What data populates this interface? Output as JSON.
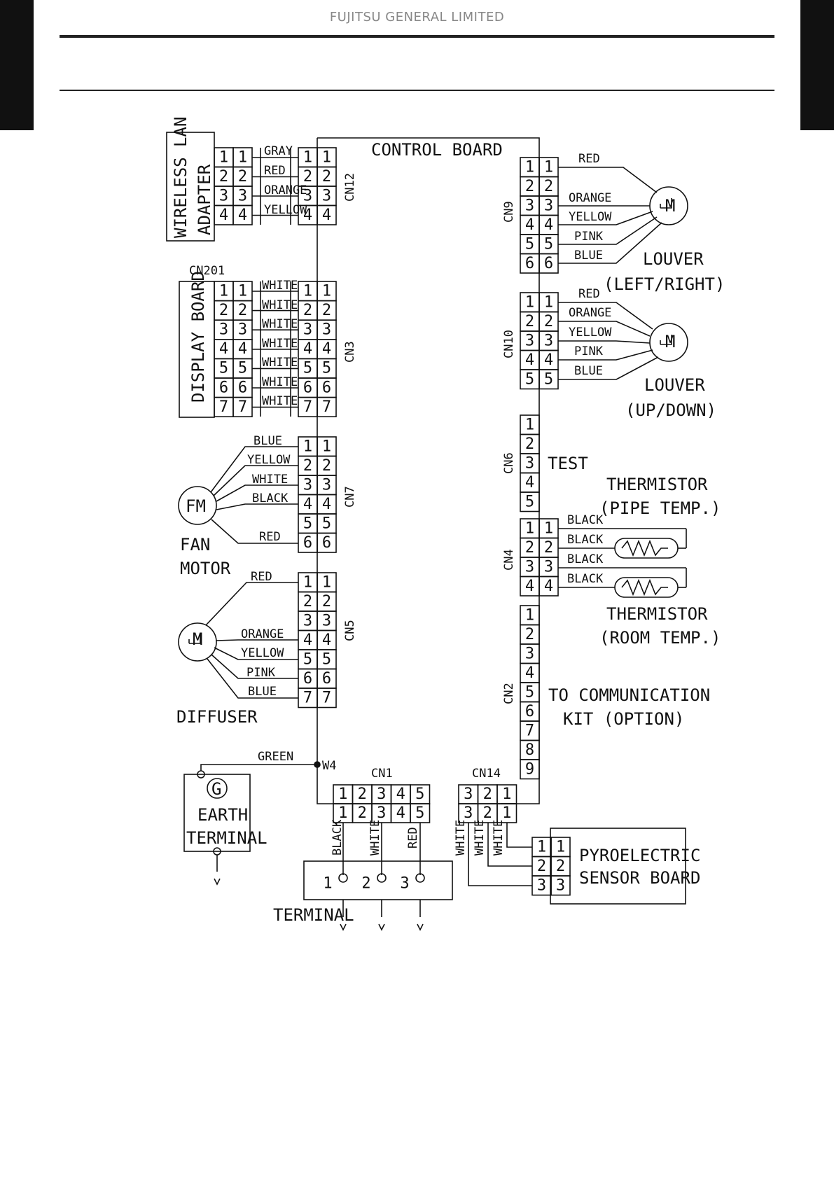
{
  "header": {
    "company": "FUJITSU GENERAL LIMITED"
  },
  "diagram": {
    "control_board": "CONTROL BOARD",
    "connectors": {
      "cn12": "CN12",
      "cn201": "CN201",
      "cn3": "CN3",
      "cn7": "CN7",
      "cn5": "CN5",
      "cn9": "CN9",
      "cn10": "CN10",
      "cn6": "CN6",
      "cn4": "CN4",
      "cn2": "CN2",
      "cn1": "CN1",
      "cn14": "CN14",
      "w4": "W4"
    },
    "components": {
      "wireless_lan": "WIRELESS LAN",
      "adapter": "ADAPTER",
      "display_board": "DISPLAY BOARD",
      "fan_motor_symbol": "FM",
      "fan": "FAN",
      "motor": "MOTOR",
      "diffuser": "DIFFUSER",
      "motor_symbol": "M",
      "earth_g": "G",
      "earth": "EARTH",
      "earth_terminal": "TERMINAL",
      "terminal": "TERMINAL",
      "louver_lr_1": "LOUVER",
      "louver_lr_2": "(LEFT/RIGHT)",
      "louver_ud_1": "LOUVER",
      "louver_ud_2": "(UP/DOWN)",
      "test": "TEST",
      "thermistor_pipe_1": "THERMISTOR",
      "thermistor_pipe_2": "(PIPE TEMP.)",
      "thermistor_room_1": "THERMISTOR",
      "thermistor_room_2": "(ROOM TEMP.)",
      "comm_kit_1": "TO COMMUNICATION",
      "comm_kit_2": "KIT (OPTION)",
      "pyro_1": "PYROELECTRIC",
      "pyro_2": "SENSOR BOARD"
    },
    "wires": {
      "cn12": [
        "GRAY",
        "RED",
        "ORANGE",
        "YELLOW"
      ],
      "cn3": [
        "WHITE",
        "WHITE",
        "WHITE",
        "WHITE",
        "WHITE",
        "WHITE",
        "WHITE"
      ],
      "cn7": [
        "BLUE",
        "YELLOW",
        "WHITE",
        "BLACK",
        "RED"
      ],
      "cn5": [
        "RED",
        "ORANGE",
        "YELLOW",
        "PINK",
        "BLUE"
      ],
      "cn9": [
        "RED",
        "ORANGE",
        "YELLOW",
        "PINK",
        "BLUE"
      ],
      "cn10": [
        "RED",
        "ORANGE",
        "YELLOW",
        "PINK",
        "BLUE"
      ],
      "cn4": [
        "BLACK",
        "BLACK",
        "BLACK",
        "BLACK"
      ],
      "earth": "GREEN",
      "cn1": [
        "BLACK",
        "WHITE",
        "RED"
      ],
      "cn14": [
        "WHITE",
        "WHITE",
        "WHITE"
      ]
    }
  }
}
